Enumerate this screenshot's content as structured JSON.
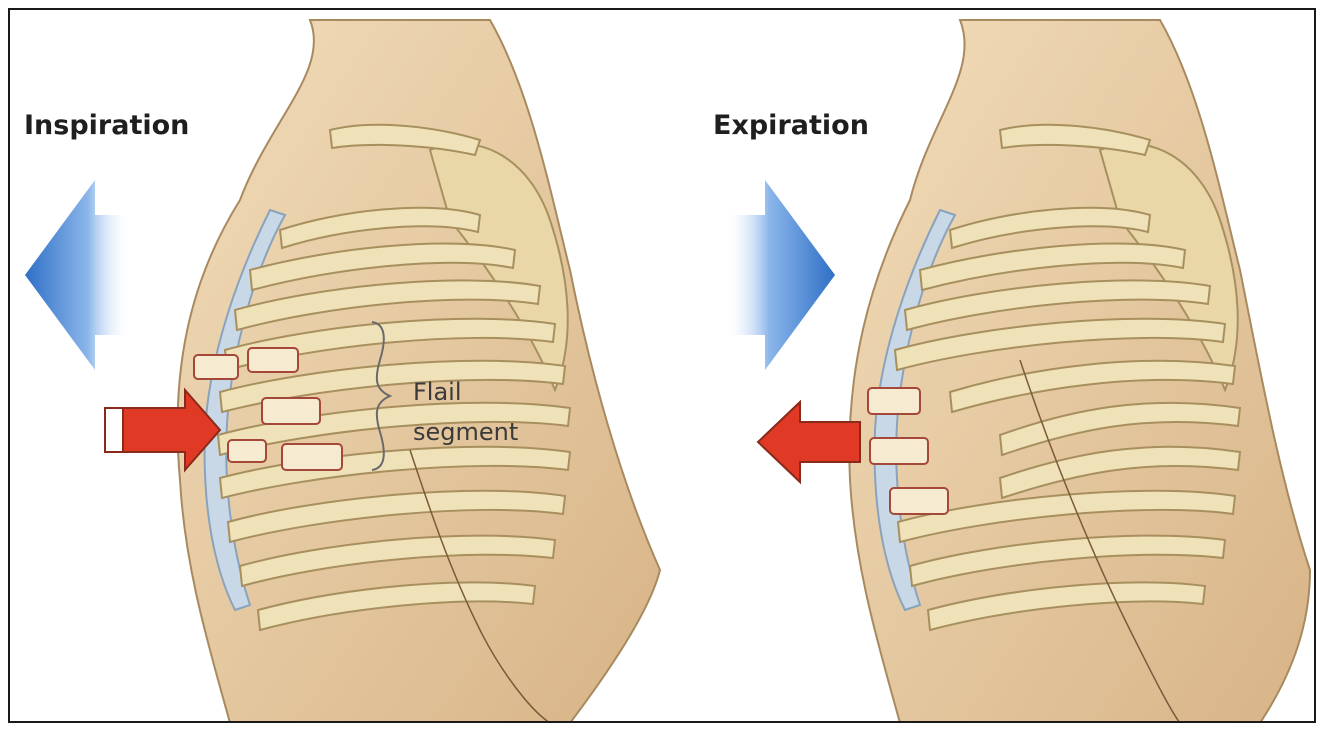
{
  "panels": {
    "left": {
      "title": "Inspiration"
    },
    "right": {
      "title": "Expiration"
    }
  },
  "annotation": {
    "line1": "Flail",
    "line2": "segment"
  },
  "colors": {
    "skin": "#e6c9a0",
    "bone": "#efe1b8",
    "bone_outline": "#a8905e",
    "airflow_arrow": "#3f7fd0",
    "force_arrow": "#e03a26",
    "cartilage": "#b9cde0"
  },
  "icons": {
    "airflow_inspiration": "arrow-left-blue",
    "airflow_expiration": "arrow-right-blue",
    "force_inspiration": "arrow-right-red",
    "force_expiration": "arrow-left-red"
  }
}
